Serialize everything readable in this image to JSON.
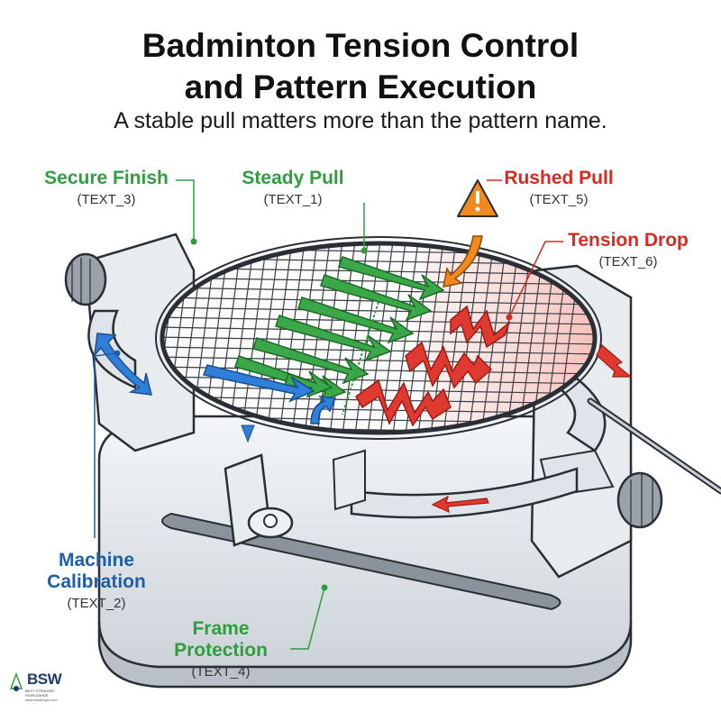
{
  "title_line1": "Badminton Tension Control",
  "title_line2": "and Pattern Execution",
  "subtitle": "A stable pull matters more than the pattern name.",
  "callouts": {
    "secure_finish": {
      "label": "Secure Finish",
      "text": "(TEXT_3)"
    },
    "steady_pull": {
      "label": "Steady Pull",
      "text": "(TEXT_1)"
    },
    "rushed_pull": {
      "label": "Rushed Pull",
      "text": "(TEXT_5)"
    },
    "tension_drop": {
      "label": "Tension Drop",
      "text": "(TEXT_6)"
    },
    "machine_calibration": {
      "label_line1": "Machine",
      "label_line2": "Calibration",
      "text": "(TEXT_2)"
    },
    "frame_protection": {
      "label_line1": "Frame",
      "label_line2": "Protection",
      "text": "(TEXT_4)"
    }
  },
  "logo": {
    "name": "BSW",
    "tagline": "BEST STRINGER WORLDWIDE",
    "url": "www.bsstringer.com"
  },
  "colors": {
    "green": "#2f9e3e",
    "red": "#d42c23",
    "blue": "#1e5fa8",
    "warning": "#f08a1c"
  }
}
